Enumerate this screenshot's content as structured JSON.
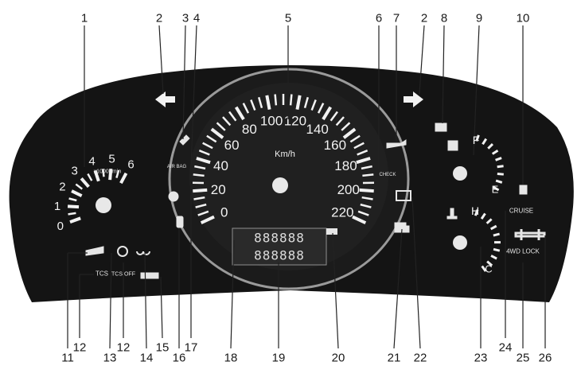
{
  "callouts_top": [
    "1",
    "2",
    "3",
    "4",
    "5",
    "6",
    "7",
    "2",
    "8",
    "9",
    "10"
  ],
  "callouts_bottom": [
    "11",
    "12",
    "13",
    "12",
    "14",
    "15",
    "16",
    "17",
    "18",
    "19",
    "20",
    "21",
    "22",
    "23",
    "24",
    "25",
    "26"
  ],
  "tacho": {
    "ticks": [
      "0",
      "1",
      "2",
      "3",
      "4",
      "5",
      "6"
    ],
    "unit": "x1000r/min"
  },
  "speedo": {
    "ticks": [
      "0",
      "20",
      "40",
      "60",
      "80",
      "100",
      "120",
      "140",
      "160",
      "180",
      "200",
      "220"
    ],
    "unit": "Km/h"
  },
  "fuel": {
    "full": "F",
    "empty": "E"
  },
  "temp": {
    "hot": "H",
    "cold": "C"
  },
  "indicator_labels": {
    "airbag": "AIR BAG",
    "tcs": "TCS",
    "tcs_off": "TCS OFF",
    "cruise": "CRUISE",
    "lock4wd": "4WD LOCK",
    "check": "CHECK",
    "odo_top": "888888",
    "odo_bottom": "888888"
  },
  "colors": {
    "panel": "#141414",
    "dial": "#1e1e1e",
    "marks": "#f2f2f2",
    "ring": "#9a9a9a",
    "background": "#ffffff"
  }
}
